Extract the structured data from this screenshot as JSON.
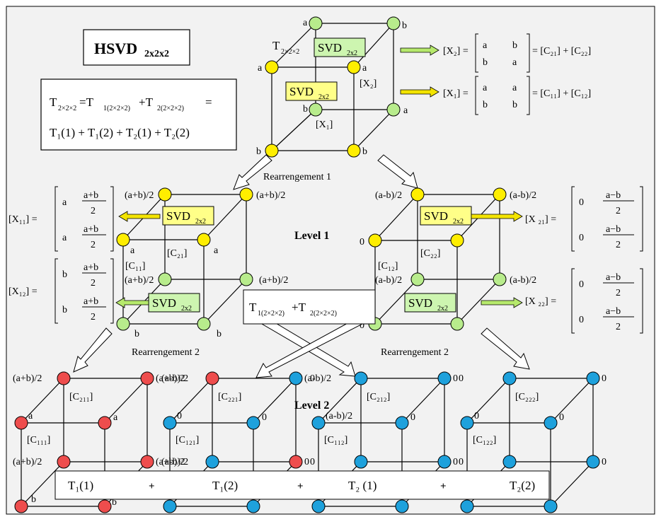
{
  "title": {
    "main": "HSVD",
    "sub": "2x2x2"
  },
  "equation": {
    "line1": {
      "t": "T",
      "t_sub": "2×2×2",
      "eq": "=T",
      "s1": "1(2×2×2)",
      "plus": "+T",
      "s2": "2(2×2×2)",
      "end": " ="
    },
    "line2": "T₁(1) + T₁(2) + T₂(1) + T₂(2)"
  },
  "top": {
    "tlabel": {
      "t": "T",
      "sub": "2×2×2"
    },
    "svd_top": {
      "t": "SVD",
      "sub": "2x2"
    },
    "svd_mid": {
      "t": "SVD",
      "sub": "2x2"
    },
    "x2_label": "[X₂]",
    "x1_label": "[X₁]",
    "vertex_labels": {
      "v1": "a",
      "v2": "b",
      "v3": "a",
      "v4": "a",
      "v5": "b",
      "v6": "a",
      "v7": "b",
      "v8": "b"
    },
    "eq_x2": {
      "lhs": "[X₂] =",
      "m": [
        "a",
        "b",
        "b",
        "a"
      ],
      "rhs": "= [C₂₁] + [C₂₂]"
    },
    "eq_x1": {
      "lhs": "[X₁] =",
      "m": [
        "a",
        "a",
        "b",
        "b"
      ],
      "rhs": "= [C₁₁] + [C₁₂]"
    },
    "rearr": "Rearrengement 1"
  },
  "level1": {
    "label": "Level 1",
    "left": {
      "svd1": {
        "t": "SVD",
        "sub": "2x2"
      },
      "svd2": {
        "t": "SVD",
        "sub": "2x2"
      },
      "c21": "[C₂₁]",
      "c11": "[C₁₁]",
      "labels": {
        "tl": "(a+b)/2",
        "tr": "(a+b)/2",
        "a1": "a",
        "a2": "a",
        "m1": "(a+b)/2",
        "m2": "(a+b)/2",
        "b1": "b",
        "b2": "b"
      },
      "x11": {
        "lhs": "[X₁₁] =",
        "c1": [
          "a",
          "a"
        ],
        "num": "a+b",
        "den": "2"
      },
      "x12": {
        "lhs": "[X₁₂] =",
        "c1": [
          "b",
          "b"
        ],
        "num": "a+b",
        "den": "2"
      }
    },
    "right": {
      "svd1": {
        "t": "SVD",
        "sub": "2x2"
      },
      "svd2": {
        "t": "SVD",
        "sub": "2x2"
      },
      "c22": "[C₂₂]",
      "c12": "[C₁₂]",
      "labels": {
        "tl": "(a-b)/2",
        "tr": "(a-b)/2",
        "z1": "0",
        "m1": "(a-b)/2",
        "m2": "(a-b)/2",
        "z2": "0"
      },
      "x21": {
        "lhs": "[X ₂₁] =",
        "c1": [
          "0",
          "0"
        ],
        "num": "a−b",
        "den": "2"
      },
      "x22": {
        "lhs": "[X ₂₂] =",
        "c1": [
          "0",
          "0"
        ],
        "num": "a−b",
        "den": "2"
      }
    },
    "center_box": {
      "t1": "T",
      "s1": "1(2×2×2)",
      "plus": "+T",
      "s2": "2(2×2×2)"
    },
    "rearr_left": "Rearrengement 2",
    "rearr_right": "Rearrengement 2"
  },
  "level2": {
    "label": "Level 2",
    "cube1": {
      "c_top": "[C₂₁₁]",
      "c_mid": "[C₁₁₁]",
      "l1": "(a+b)/2",
      "l2": "(a+b)/2",
      "l3": "a",
      "l4": "a",
      "l5": "(a+b)/2",
      "l6": "(a+b)/2",
      "l7": "b",
      "l8": "b"
    },
    "cube2": {
      "c_top": "[C₂₂₁]",
      "c_mid": "[C₁₂₁]",
      "l1": "(a-b)/2",
      "l2": "(a-b)/2",
      "l3": "0",
      "l4": "0",
      "l5": "(a-b)/2",
      "l6": "0"
    },
    "cube3": {
      "c_top": "[C₂₁₂]",
      "c_mid": "[C₁₁₂]",
      "l1": "0",
      "l2": "0",
      "l3": "(a-b)/2",
      "l4": "0",
      "l5": "0",
      "l6": "0"
    },
    "cube4": {
      "c_top": "[C₂₂₂]",
      "c_mid": "[C₁₂₂]",
      "l1": "0",
      "l2": "0",
      "l3": "0",
      "l4": "0",
      "l5": "0",
      "l6": "0"
    },
    "sum": {
      "t1": "T₁(1)",
      "p1": "+",
      "t2": "T₁(2)",
      "p2": "+",
      "t3": "T₂ (1)",
      "p3": "+",
      "t4": "T₂(2)"
    }
  },
  "colors": {
    "yellow": "#ffee00",
    "green": "#b8ec8c",
    "red": "#ee4d4d",
    "blue": "#1ea1dc",
    "svd_yellow": "#ffff88",
    "svd_green": "#cdf5b0",
    "arrow_yellow": "#f3e400",
    "arrow_green": "#b6e96c"
  }
}
